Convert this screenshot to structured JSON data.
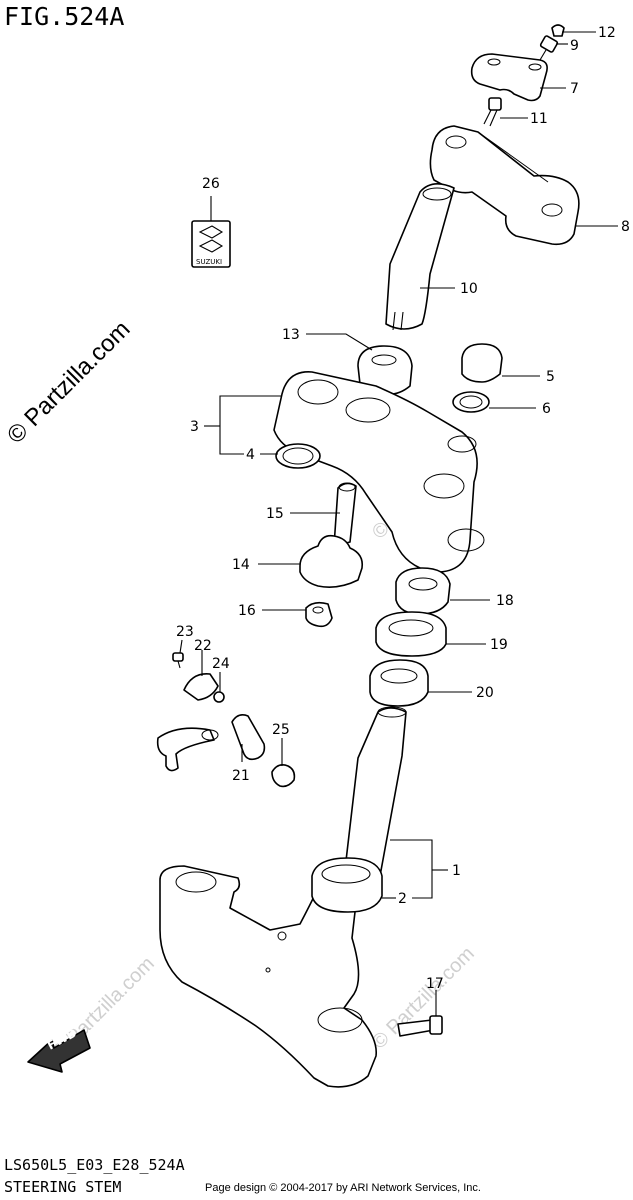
{
  "figure": {
    "title": "FIG.524A",
    "code": "LS650L5_E03_E28_524A",
    "caption": "STEERING STEM",
    "credit": "Page design © 2004-2017 by ARI Network Services, Inc."
  },
  "watermark": "© Partzilla.com",
  "badges": {
    "suzuki": "SUZUKI",
    "fwd": "FWD"
  },
  "callouts": {
    "c1": "1",
    "c2": "2",
    "c3": "3",
    "c4": "4",
    "c5": "5",
    "c6": "6",
    "c7": "7",
    "c8": "8",
    "c9": "9",
    "c10": "10",
    "c11": "11",
    "c12": "12",
    "c13": "13",
    "c14": "14",
    "c15": "15",
    "c16": "16",
    "c17": "17",
    "c18": "18",
    "c19": "19",
    "c20": "20",
    "c21": "21",
    "c22": "22",
    "c23": "23",
    "c24": "24",
    "c25": "25",
    "c26": "26"
  }
}
